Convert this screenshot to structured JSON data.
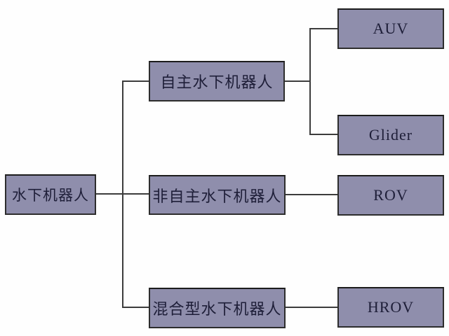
{
  "diagram": {
    "type": "tree",
    "direction": "left-to-right",
    "colors": {
      "background": "#fefefe",
      "box_fill": "#8f8eac",
      "box_border": "#2d2d2d",
      "connector": "#3c3c3c",
      "text": "#1e1e38"
    },
    "root": {
      "label": "水下机器人"
    },
    "branches": [
      {
        "label": "自主水下机器人",
        "children": [
          {
            "label": "AUV"
          },
          {
            "label": "Glider"
          }
        ]
      },
      {
        "label": "非自主水下机器人",
        "children": [
          {
            "label": "ROV"
          }
        ]
      },
      {
        "label": "混合型水下机器人",
        "children": [
          {
            "label": "HROV"
          }
        ]
      }
    ]
  }
}
